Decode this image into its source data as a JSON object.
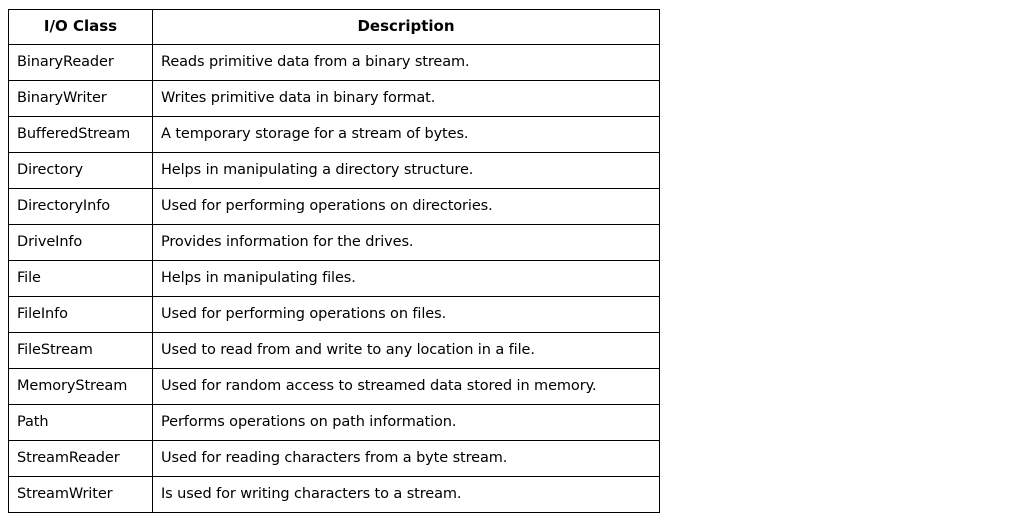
{
  "table": {
    "columns": [
      {
        "key": "io_class",
        "header": "I/O Class"
      },
      {
        "key": "description",
        "header": "Description"
      }
    ],
    "rows": [
      {
        "io_class": "BinaryReader",
        "description": "Reads primitive data from a binary stream."
      },
      {
        "io_class": "BinaryWriter",
        "description": "Writes primitive data in binary format."
      },
      {
        "io_class": "BufferedStream",
        "description": "A temporary storage for a stream of bytes."
      },
      {
        "io_class": "Directory",
        "description": "Helps in manipulating a directory structure."
      },
      {
        "io_class": "DirectoryInfo",
        "description": "Used for performing operations on directories."
      },
      {
        "io_class": "DriveInfo",
        "description": "Provides information for the drives."
      },
      {
        "io_class": "File",
        "description": "Helps in manipulating files."
      },
      {
        "io_class": "FileInfo",
        "description": "Used for performing operations on files."
      },
      {
        "io_class": "FileStream",
        "description": "Used to read from and write to any location in a file."
      },
      {
        "io_class": "MemoryStream",
        "description": "Used for random access to streamed data stored in memory."
      },
      {
        "io_class": "Path",
        "description": "Performs operations on path information."
      },
      {
        "io_class": "StreamReader",
        "description": "Used for reading characters from a byte stream."
      },
      {
        "io_class": "StreamWriter",
        "description": "Is used for writing characters to a stream."
      }
    ]
  },
  "colors": {
    "border": "#000000",
    "text": "#000000",
    "background": "#ffffff"
  }
}
